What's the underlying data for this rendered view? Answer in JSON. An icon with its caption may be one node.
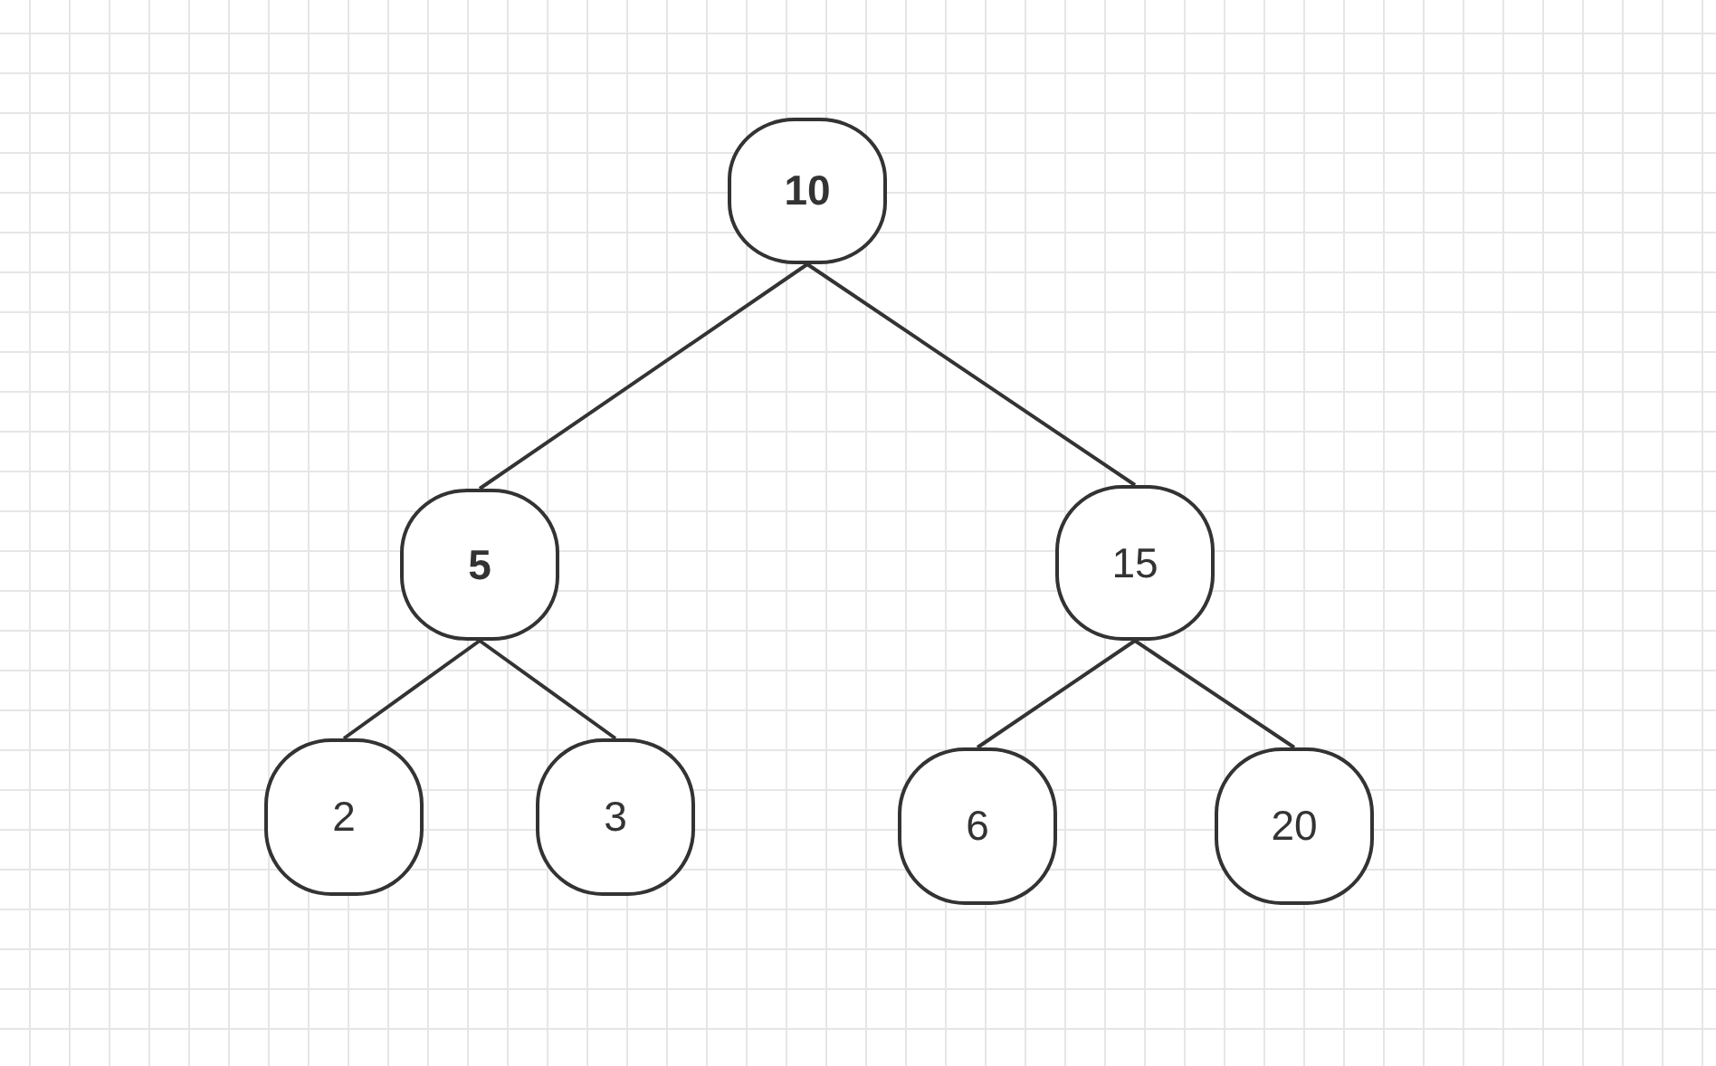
{
  "diagram": {
    "nodes": [
      {
        "text": [
          "10"
        ]
      },
      {
        "text": [
          "5"
        ]
      },
      {
        "text": [
          "15"
        ]
      },
      {
        "text": [
          "2"
        ]
      },
      {
        "text": [
          "3"
        ]
      },
      {
        "text": [
          "6"
        ]
      },
      {
        "text": [
          "20"
        ]
      }
    ],
    "edges": [
      {
        "from": 0,
        "to": 1,
        "arrow": "none"
      },
      {
        "from": 0,
        "to": 2,
        "arrow": "none"
      },
      {
        "from": 1,
        "to": 3,
        "arrow": "none"
      },
      {
        "from": 1,
        "to": 4,
        "arrow": "none"
      },
      {
        "from": 2,
        "to": 5,
        "arrow": "none"
      },
      {
        "from": 2,
        "to": 6,
        "arrow": "none"
      }
    ]
  }
}
